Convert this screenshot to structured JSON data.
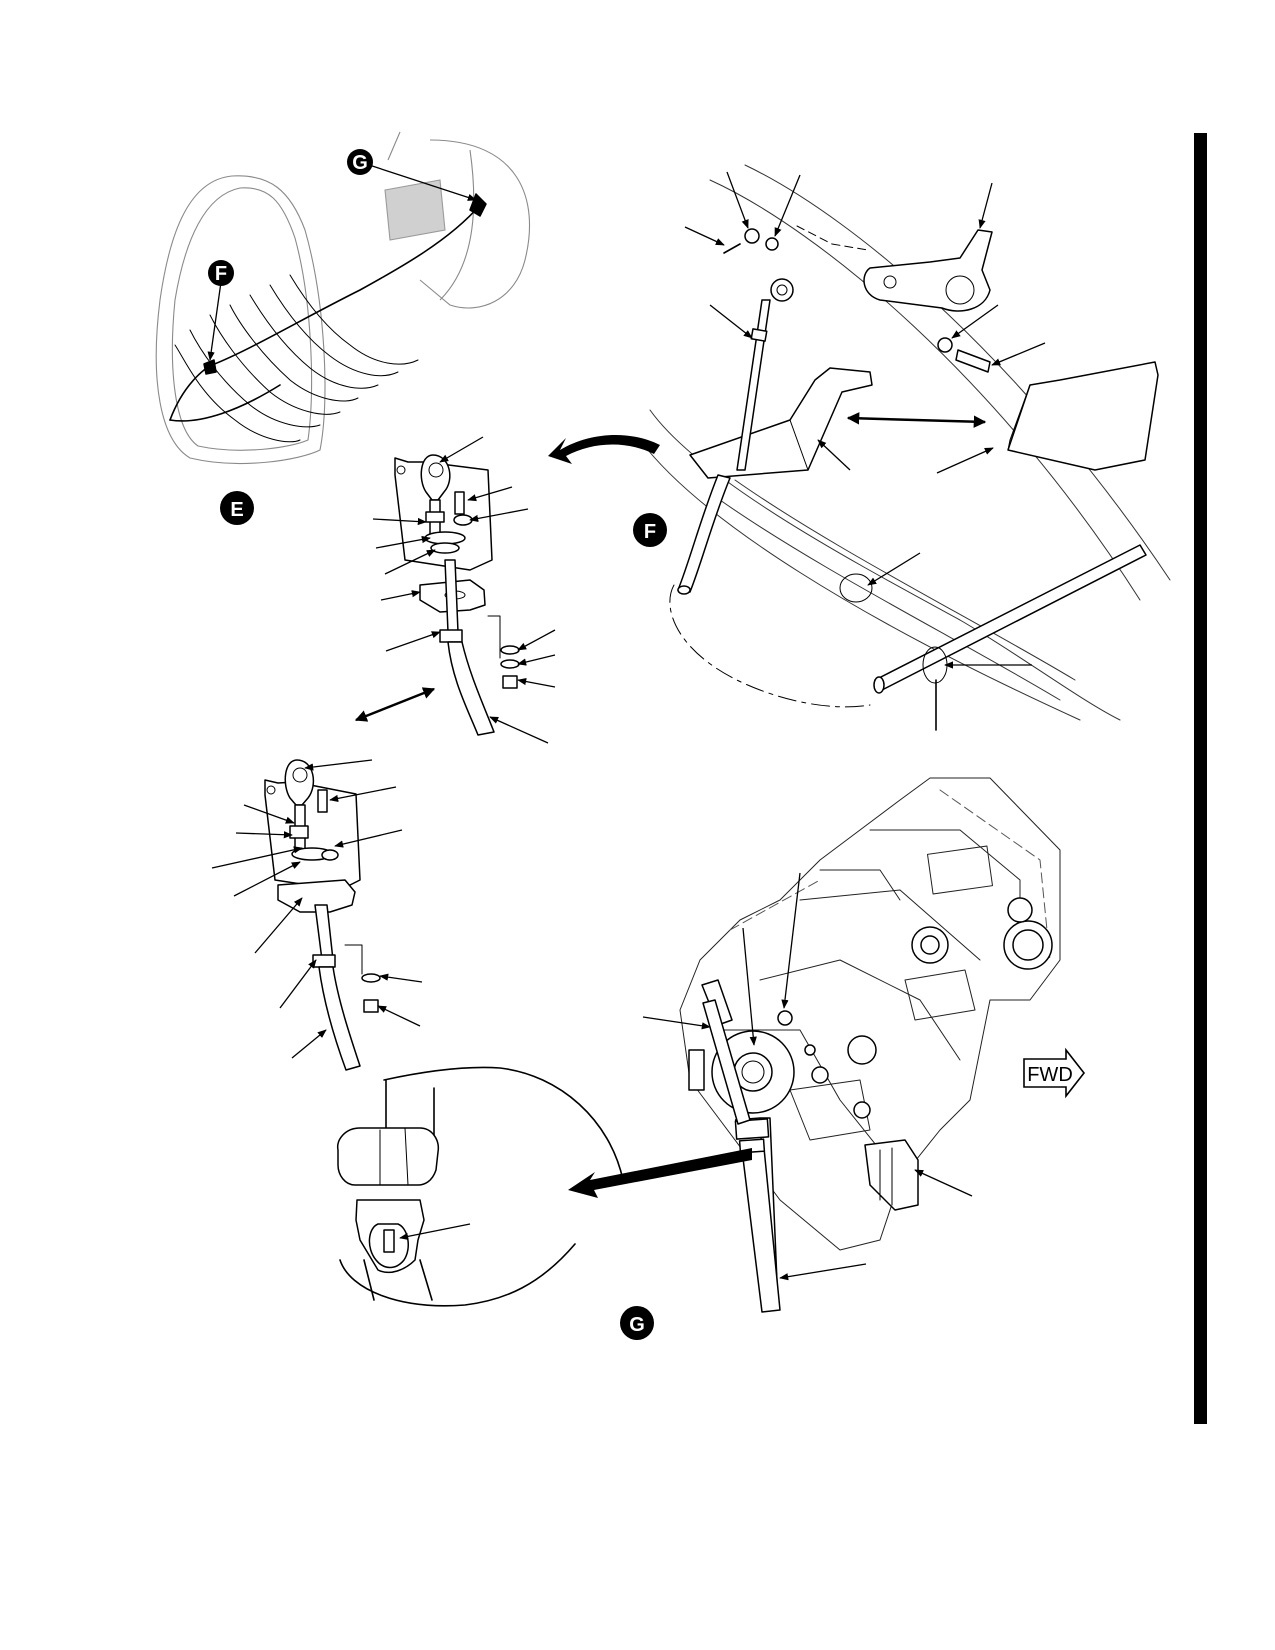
{
  "figure": {
    "detail_labels": {
      "e": "E",
      "f": "F",
      "g_top": "G",
      "f_small": "F",
      "g_bottom": "G"
    },
    "direction_label": "FWD"
  },
  "colors": {
    "ink": "#000000",
    "ghost": "#8a8a8a",
    "shade": "#c8c8c8",
    "paper": "#ffffff"
  },
  "icons": {
    "callout": "filled-circle-letter",
    "leader": "arrow",
    "direction": "outline-arrow"
  }
}
